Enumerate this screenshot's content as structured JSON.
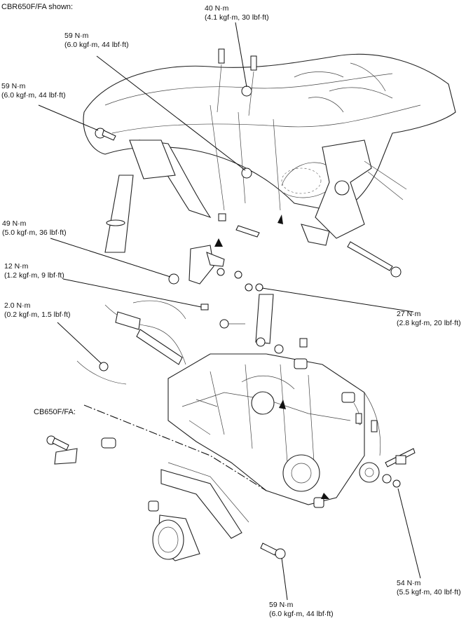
{
  "header": {
    "model_shown": "CBR650F/FA shown:"
  },
  "inset": {
    "label": "CB650F/FA:"
  },
  "callouts": [
    {
      "id": "t40-top",
      "value": "40 N·m",
      "detail": "(4.1 kgf·m, 30 lbf·ft)"
    },
    {
      "id": "t59-upper",
      "value": "59 N·m",
      "detail": "(6.0 kgf·m, 44 lbf·ft)"
    },
    {
      "id": "t59-left",
      "value": "59 N·m",
      "detail": "(6.0 kgf·m, 44 lbf·ft)"
    },
    {
      "id": "t49",
      "value": "49 N·m",
      "detail": "(5.0 kgf·m, 36 lbf·ft)"
    },
    {
      "id": "t12",
      "value": "12 N·m",
      "detail": "(1.2 kgf·m, 9 lbf·ft)"
    },
    {
      "id": "t27",
      "value": "27 N·m",
      "detail": "(2.8 kgf·m, 20 lbf·ft)"
    },
    {
      "id": "t2",
      "value": "2.0 N·m",
      "detail": "(0.2 kgf·m, 1.5 lbf·ft)"
    },
    {
      "id": "t54",
      "value": "54 N·m",
      "detail": "(5.5 kgf·m, 40 lbf·ft)"
    },
    {
      "id": "t59-bottom",
      "value": "59 N·m",
      "detail": "(6.0 kgf·m, 44 lbf·ft)"
    }
  ]
}
